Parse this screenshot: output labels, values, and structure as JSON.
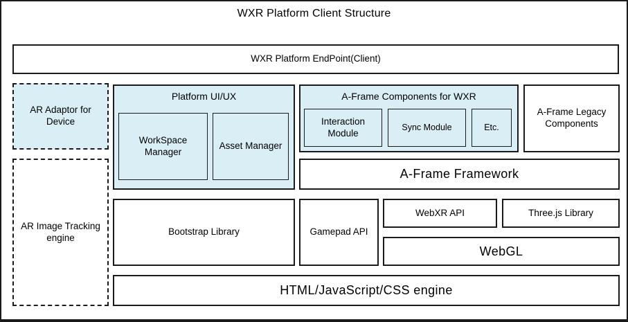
{
  "diagram": {
    "title": "WXR Platform Client Structure",
    "colors": {
      "highlight_fill": "#daeef6",
      "box_fill": "#ffffff",
      "border": "#1a1a1a"
    },
    "boxes": {
      "endpoint": "WXR Platform EndPoint(Client)",
      "ar_adaptor": "AR Adaptor for Device",
      "ar_tracking": "AR Image Tracking engine",
      "platform_uiux": "Platform UI/UX",
      "workspace_manager": "WorkSpace Manager",
      "asset_manager": "Asset Manager",
      "aframe_components": "A-Frame Components for WXR",
      "interaction_module": "Interaction Module",
      "sync_module": "Sync Module",
      "etc": "Etc.",
      "aframe_legacy": "A-Frame Legacy Components",
      "aframe_framework": "A-Frame Framework",
      "bootstrap": "Bootstrap Library",
      "gamepad": "Gamepad API",
      "webxr": "WebXR API",
      "threejs": "Three.js Library",
      "webgl": "WebGL",
      "html_engine": "HTML/JavaScript/CSS engine"
    }
  }
}
